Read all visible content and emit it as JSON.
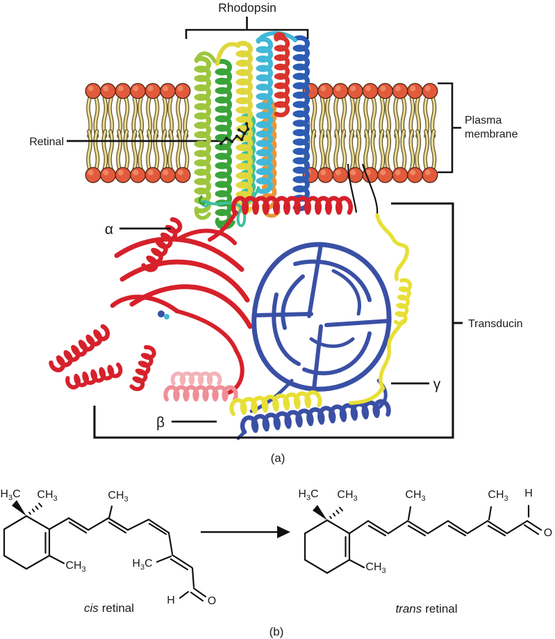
{
  "figure": {
    "type": "biology-illustration",
    "background": "#ffffff",
    "panel_a": {
      "caption": "(a)",
      "labels": {
        "rhodopsin": "Rhodopsin",
        "retinal": "Retinal",
        "plasma_membrane_line1": "Plasma",
        "plasma_membrane_line2": "membrane",
        "transducin": "Transducin",
        "alpha": "α",
        "beta": "β",
        "gamma": "γ"
      },
      "colors": {
        "lipid_head": "#e25a3c",
        "lipid_head_outline": "#56220f",
        "lipid_head_highlight": "#f0906c",
        "lipid_tail": "#ecd98e",
        "lipid_tail_outline": "#59512c",
        "helix_yellow_green": "#9dc63d",
        "helix_green": "#3aa43a",
        "helix_yellow": "#e0d73d",
        "helix_teal": "#3dbf9e",
        "helix_cyan": "#42b8d8",
        "helix_orange": "#e8963a",
        "helix_red": "#d8342c",
        "helix_blue": "#2c5cb4",
        "alpha_subunit": "#d6212b",
        "alpha_subunit_light": "#ee8e96",
        "beta_subunit": "#3a50a5",
        "gamma_subunit": "#e8df35",
        "line_color": "#111111",
        "retinal_stick": "#1c1c1c"
      }
    },
    "panel_b": {
      "caption": "(b)",
      "cis_retinal": {
        "name_italic": "cis",
        "name_rest": "retinal",
        "atom_labels": [
          "H3C",
          "CH3",
          "CH3",
          "CH3",
          "H3C",
          "H",
          "O"
        ]
      },
      "trans_retinal": {
        "name_italic": "trans",
        "name_rest": "retinal",
        "atom_labels": [
          "H3C",
          "CH3",
          "CH3",
          "CH3",
          "CH3",
          "H",
          "O"
        ]
      }
    }
  }
}
